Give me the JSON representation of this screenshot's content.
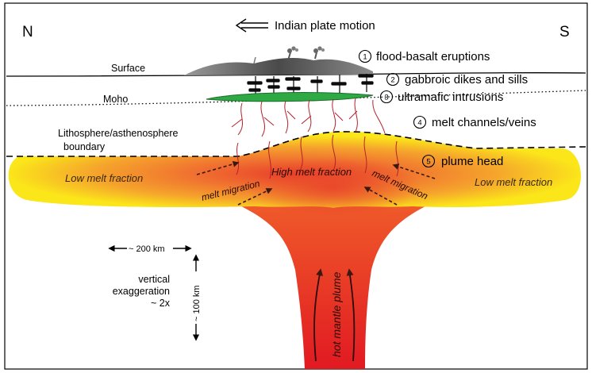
{
  "compass": {
    "north": "N",
    "south": "S"
  },
  "plate_motion": "Indian plate motion",
  "layers": {
    "surface": "Surface",
    "moho": "Moho",
    "lab_line1": "Lithosphere/asthenosphere",
    "lab_line2": "boundary"
  },
  "legend": {
    "item1": "flood-basalt eruptions",
    "item2": "gabbroic dikes and sills",
    "item3": "ultramafic intrusions",
    "item4": "melt channels/veins",
    "item5": "plume head"
  },
  "numbers": {
    "n1": "1",
    "n2": "2",
    "n3": "3",
    "n4": "4",
    "n5": "5"
  },
  "plume": {
    "low_left": "Low melt fraction",
    "low_right": "Low melt fraction",
    "high": "High melt fraction",
    "migration_left": "melt migration",
    "migration_right": "melt migration",
    "stem": "hot mantle plume"
  },
  "scale": {
    "horizontal": "~ 200 km",
    "vertical": "~ 100 km",
    "exag1": "vertical",
    "exag2": "exaggeration",
    "exag3": "~ 2x"
  },
  "colors": {
    "plume_core": "#e8412a",
    "plume_mid": "#f39a2c",
    "plume_edge": "#fbe61a",
    "stem_base": "#e11a22",
    "intrusion": "#2ea944",
    "veins": "#b5202b",
    "frame": "#000000"
  }
}
